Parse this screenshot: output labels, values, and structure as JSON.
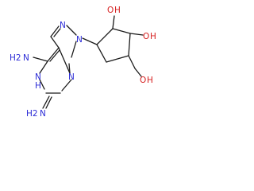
{
  "molecule": {
    "atoms": {
      "n_imidazole_top": "N",
      "n_ring_link": "N",
      "n_pyrimidine_right": "N",
      "nh_pyrimidine": "N",
      "nh_pyrimidine_h": "H",
      "amino_top_n": "N",
      "amino_top_h2": "H2",
      "amino_bottom_n": "N",
      "amino_bottom_h2": "H2",
      "hydroxyl_left_o": "O",
      "hydroxyl_left_h": "H",
      "hydroxyl_right_o": "O",
      "hydroxyl_right_h": "H",
      "hydroxymethyl_o": "O",
      "hydroxymethyl_h": "H"
    },
    "colors": {
      "bond": "#1a1a1a",
      "nitrogen": "#2b2bd6",
      "oxygen": "#d61f1f"
    }
  }
}
